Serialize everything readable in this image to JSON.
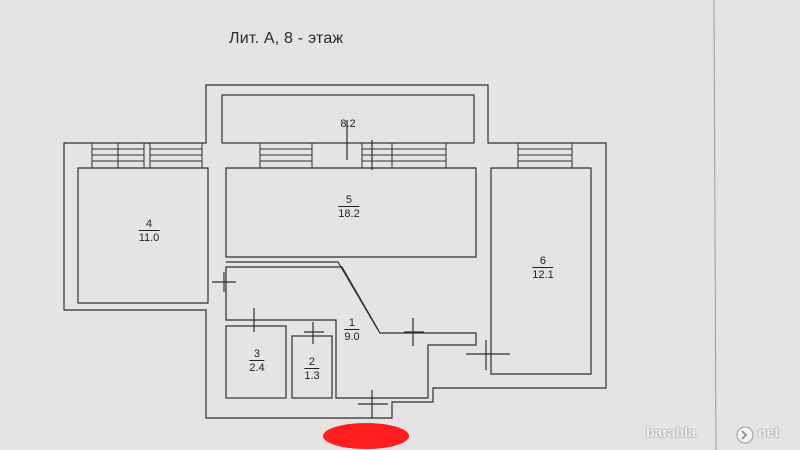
{
  "title": "Лит. А,  8 - этаж",
  "rooms": [
    {
      "id": "room-balcony",
      "num": "",
      "area": "8.2"
    },
    {
      "id": "room-4",
      "num": "4",
      "area": "11.0"
    },
    {
      "id": "room-5",
      "num": "5",
      "area": "18.2"
    },
    {
      "id": "room-6",
      "num": "6",
      "area": "12.1"
    },
    {
      "id": "room-1",
      "num": "1",
      "area": "9.0"
    },
    {
      "id": "room-3",
      "num": "3",
      "area": "2.4"
    },
    {
      "id": "room-2",
      "num": "2",
      "area": "1.3"
    }
  ],
  "watermark": {
    "text": "barahla",
    "suffix": "net"
  },
  "colors": {
    "paper": "#e6e4e3",
    "wall_line": "#2f2f2f",
    "redaction": "#ff1e1e"
  }
}
